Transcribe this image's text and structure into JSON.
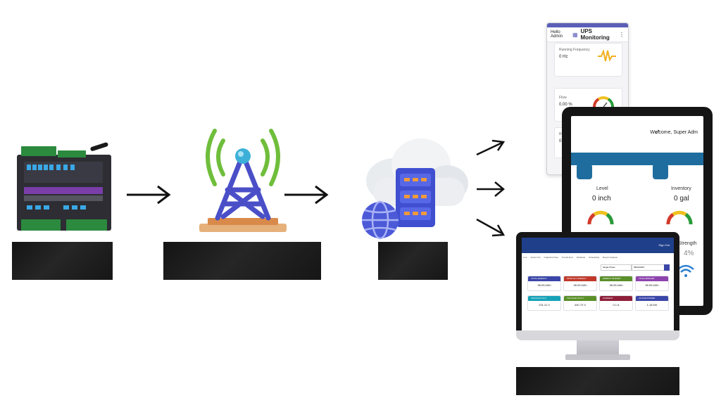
{
  "flow": {
    "steps": [
      "plc-controller",
      "cell-tower",
      "cloud-server",
      "dashboard-devices"
    ],
    "colors": {
      "tower": "#4a4fc8",
      "tower_signal": "#6fbe3b",
      "cloud_server": "#3f4fd0",
      "accent": "#1f6d9e"
    }
  },
  "phone": {
    "greeting": "Hello Admin",
    "title": "UPS Monitoring",
    "cards": [
      {
        "label": "Running Frequency",
        "value": "0 Hz"
      },
      {
        "label": "Flow",
        "value": "0.00 %"
      },
      {
        "label": "Run Hrs",
        "value": "0"
      }
    ]
  },
  "tablet": {
    "welcome": "Welcome, Super Adm",
    "tiles": [
      {
        "label": "Level",
        "value": "0 inch"
      },
      {
        "label": "Inventory",
        "value": "0 gal"
      }
    ],
    "strength_label": "Strength",
    "strength_value": "4%"
  },
  "monitor": {
    "signout": "Sign Out",
    "tabs": [
      "Live",
      "Active Info",
      "Graphical View",
      "Trends Alert",
      "Schedule",
      "Scheduling",
      "Report Analysis"
    ],
    "filter": "Single Phase",
    "date": "08/02/2023",
    "cards": [
      {
        "label": "TOTAL ENERGY",
        "value": "98.05 kWh",
        "color": "#3b46a8"
      },
      {
        "label": "MONTHLY ENERGY",
        "value": "98.05 kWh",
        "color": "#c0392b"
      },
      {
        "label": "ENERGY BUDGET",
        "value": "98.05 kWh",
        "color": "#5a8f29"
      },
      {
        "label": "TOTAL BUDGET",
        "value": "55.55 kWh",
        "color": "#8e44ad"
      },
      {
        "label": "VOLTAGE OF R",
        "value": "231.11 V",
        "color": "#17a2b8"
      },
      {
        "label": "VOLTAGE OF R-Y",
        "value": "440.74 V",
        "color": "#5a8f29"
      },
      {
        "label": "CURRENT",
        "value": "0.1 A",
        "color": "#8e1f3a"
      },
      {
        "label": "ACTIVE POWER",
        "value": "1.18 kW",
        "color": "#3b46a8"
      }
    ]
  }
}
